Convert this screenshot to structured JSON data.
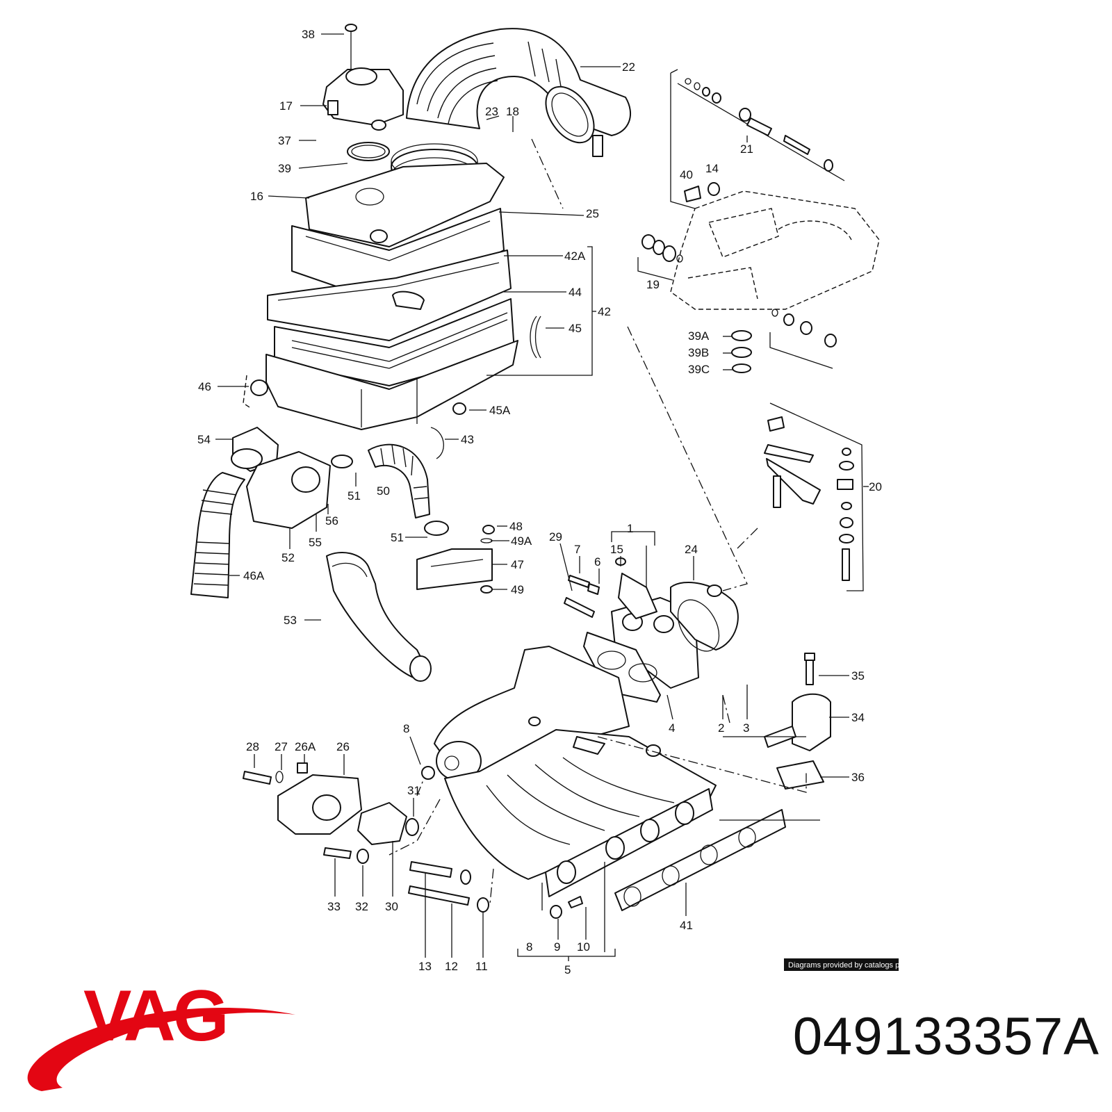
{
  "diagram": {
    "labels": [
      "38",
      "22",
      "17",
      "23",
      "18",
      "37",
      "21",
      "39",
      "40",
      "14",
      "16",
      "25",
      "42A",
      "19",
      "44",
      "42",
      "45",
      "39A",
      "39B",
      "39C",
      "46",
      "45A",
      "54",
      "43",
      "20",
      "51",
      "50",
      "56",
      "46A",
      "55",
      "52",
      "48",
      "51",
      "49A",
      "29",
      "7",
      "1",
      "6",
      "15",
      "24",
      "47",
      "49",
      "53",
      "35",
      "4",
      "2",
      "3",
      "34",
      "8",
      "28",
      "27",
      "26A",
      "26",
      "31",
      "36",
      "33",
      "32",
      "30",
      "13",
      "12",
      "11",
      "9",
      "10",
      "41",
      "8",
      "5"
    ],
    "credit": "Diagrams provided by catalogs parts"
  },
  "brand": {
    "logo_text": "VAG",
    "logo_color": "#e30613"
  },
  "part_number": "049133357A"
}
